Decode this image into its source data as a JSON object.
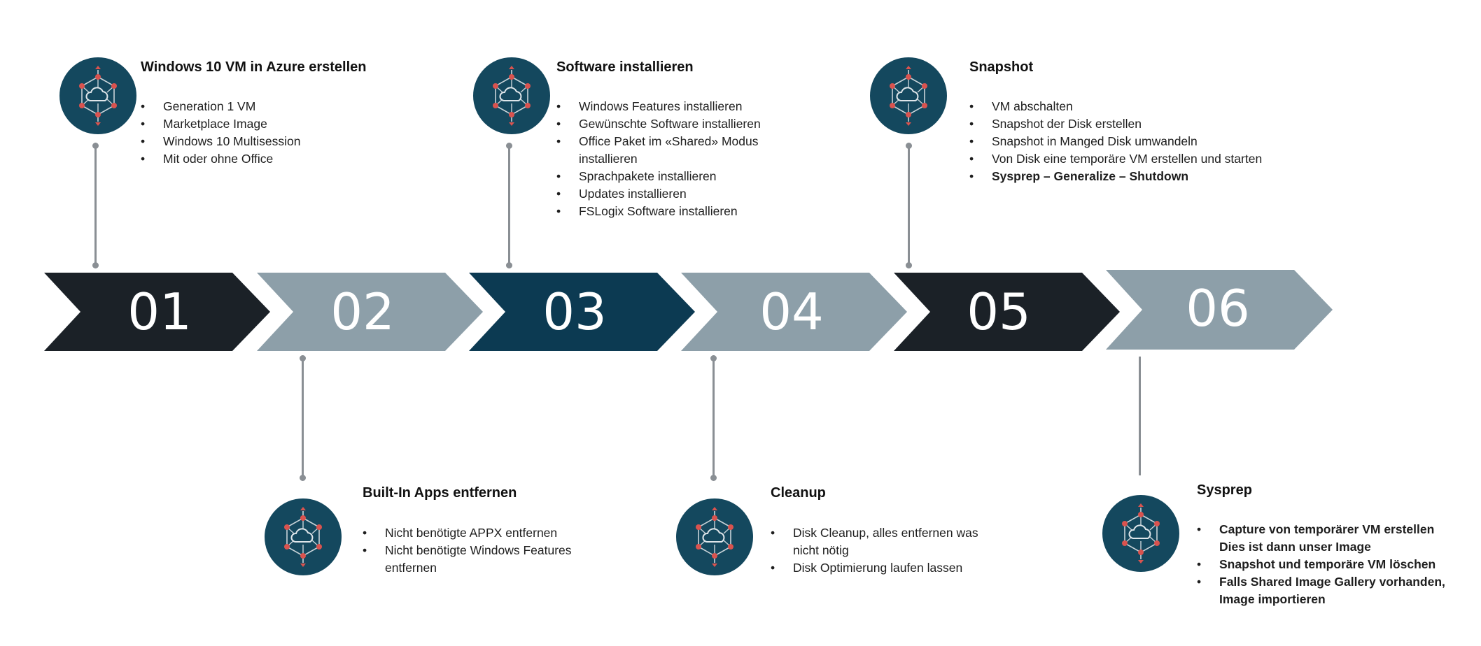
{
  "colors": {
    "dark": "#1b2127",
    "grey": "#8d9fa9",
    "navy": "#0c3a52",
    "icon_circle": "#14485e",
    "node": "#d9534f",
    "connector": "#8a8f94"
  },
  "icon_name": "cloud-network-icon",
  "steps": [
    {
      "number": "01",
      "color": "#1b2127",
      "position": "top",
      "title": "Windows 10 VM in Azure erstellen",
      "items": [
        {
          "text": "Generation 1 VM",
          "bold": false
        },
        {
          "text": "Marketplace Image",
          "bold": false
        },
        {
          "text": "Windows 10 Multisession",
          "bold": false
        },
        {
          "text": "Mit oder ohne Office",
          "bold": false
        }
      ]
    },
    {
      "number": "02",
      "color": "#8d9fa9",
      "position": "bottom",
      "title": "Built-In Apps entfernen",
      "items": [
        {
          "text": "Nicht benötigte APPX entfernen",
          "bold": false
        },
        {
          "text": "Nicht benötigte Windows Features entfernen",
          "bold": false
        }
      ]
    },
    {
      "number": "03",
      "color": "#0c3a52",
      "position": "top",
      "title": "Software installieren",
      "items": [
        {
          "text": "Windows Features installieren",
          "bold": false
        },
        {
          "text": "Gewünschte Software installieren",
          "bold": false
        },
        {
          "text": "Office Paket im «Shared» Modus installieren",
          "bold": false
        },
        {
          "text": "Sprachpakete installieren",
          "bold": false
        },
        {
          "text": "Updates installieren",
          "bold": false
        },
        {
          "text": "FSLogix Software installieren",
          "bold": false
        }
      ]
    },
    {
      "number": "04",
      "color": "#8d9fa9",
      "position": "bottom",
      "title": "Cleanup",
      "items": [
        {
          "text": "Disk Cleanup, alles entfernen was nicht nötig",
          "bold": false
        },
        {
          "text": "Disk Optimierung laufen lassen",
          "bold": false
        }
      ]
    },
    {
      "number": "05",
      "color": "#1b2127",
      "position": "top",
      "title": "Snapshot",
      "items": [
        {
          "text": "VM abschalten",
          "bold": false
        },
        {
          "text": "Snapshot der Disk erstellen",
          "bold": false
        },
        {
          "text": "Snapshot in Manged Disk umwandeln",
          "bold": false
        },
        {
          "text": "Von Disk eine temporäre VM erstellen und starten",
          "bold": false
        },
        {
          "text": "Sysprep – Generalize – Shutdown",
          "bold": true
        }
      ]
    },
    {
      "number": "06",
      "color": "#8d9fa9",
      "position": "bottom",
      "title": "Sysprep",
      "items": [
        {
          "text": "Capture von temporärer VM erstellen Dies ist dann unser Image",
          "bold": true
        },
        {
          "text": "Snapshot und temporäre VM löschen",
          "bold": true
        },
        {
          "text": "Falls Shared Image Gallery vorhanden, Image importieren",
          "bold": true
        }
      ]
    }
  ]
}
